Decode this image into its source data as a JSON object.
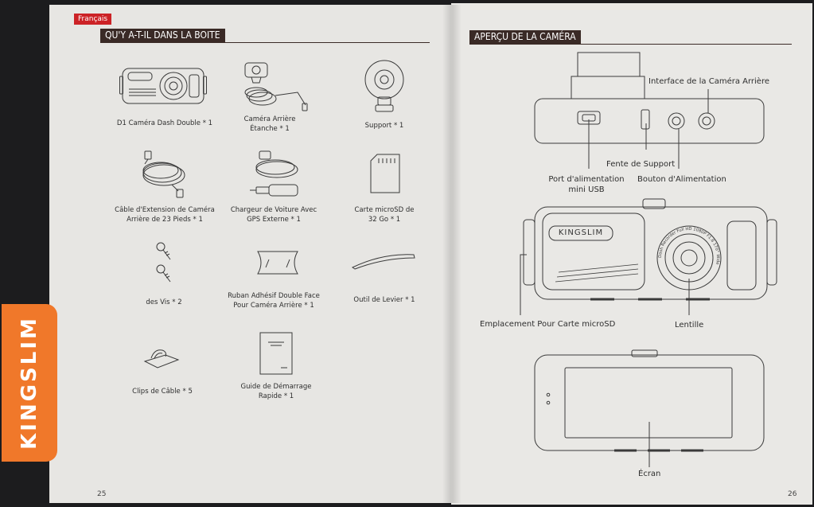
{
  "brand": "KINGSLIM",
  "language_tag": "Français",
  "left_page": {
    "section_title": "QU'Y A-T-IL DANS LA BOITE",
    "page_number": "25",
    "items": [
      {
        "lines": [
          "D1 Caméra Dash Double * 1"
        ],
        "icon": "dash-camera"
      },
      {
        "lines": [
          "Caméra Arrière",
          "Étanche * 1"
        ],
        "icon": "rear-camera"
      },
      {
        "lines": [
          "Support * 1"
        ],
        "icon": "suction-mount"
      },
      {
        "lines": [
          "Câble d'Extension de Caméra",
          "Arrière de 23 Pieds  * 1"
        ],
        "icon": "extension-cable"
      },
      {
        "lines": [
          "Chargeur de Voiture Avec",
          "GPS Externe * 1"
        ],
        "icon": "car-charger"
      },
      {
        "lines": [
          "Carte microSD de",
          "32 Go * 1"
        ],
        "icon": "microsd-card"
      },
      {
        "lines": [
          "des Vis * 2"
        ],
        "icon": "screws"
      },
      {
        "lines": [
          "Ruban Adhésif Double Face",
          "Pour Caméra Arrière * 1"
        ],
        "icon": "adhesive-tape"
      },
      {
        "lines": [
          "Outil de Levier * 1"
        ],
        "icon": "pry-tool"
      },
      {
        "lines": [
          "Clips de Câble * 5"
        ],
        "icon": "cable-clip"
      },
      {
        "lines": [
          "Guide de Démarrage",
          "Rapide * 1"
        ],
        "icon": "quick-guide"
      }
    ]
  },
  "right_page": {
    "section_title": "APERÇU DE LA CAMÉRA",
    "page_number": "26",
    "device_logo": "KINGSLIM",
    "lens_ring_text": "Dash Recorder   Full HD 1080P   F1.8 170° Wide",
    "labels": {
      "rear_interface": "Interface de la Caméra Arrière",
      "mount_slot": "Fente de Support",
      "usb_port": [
        "Port d'alimentation",
        "mini USB"
      ],
      "power_button": "Bouton d'Alimentation",
      "sd_slot": "Emplacement Pour Carte microSD",
      "lens": "Lentille",
      "screen": "Écran"
    }
  }
}
